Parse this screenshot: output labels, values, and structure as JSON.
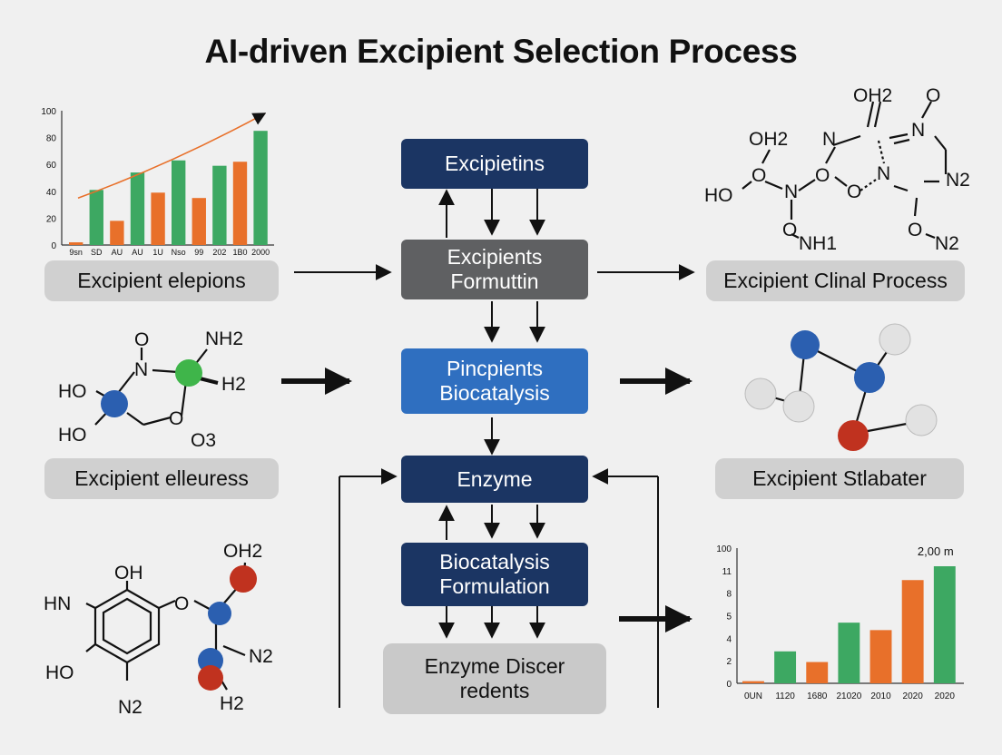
{
  "title": "AI-driven Excipient Selection Process",
  "flow": {
    "top": "Excipietins",
    "formulation": [
      "Excipients",
      "Formuttin"
    ],
    "biocatalysis": [
      "Pincpients",
      "Biocatalysis"
    ],
    "enzyme": "Enzyme",
    "bio_formulation": [
      "Biocatalysis",
      "Formulation"
    ],
    "discer": [
      "Enzyme Discer",
      "redents"
    ]
  },
  "labels": {
    "left1": "Excipient elepions",
    "left2": "Excipient elleuress",
    "right1": "Excipient Clinal Process",
    "right2": "Excipient Stlabater"
  },
  "molecules": {
    "top_right": [
      "OH2",
      "O",
      "OH2",
      "N",
      "N",
      "O",
      "O",
      "N",
      "O",
      "N",
      "HO",
      "N2",
      "O",
      "NH1",
      "O",
      "N2"
    ],
    "mid_left": [
      "O",
      "NH2",
      "N",
      "HO",
      "H2",
      "HO",
      "O",
      "O3"
    ],
    "bottom_left": [
      "OH",
      "OH2",
      "HN",
      "O",
      "HO",
      "N2",
      "N2",
      "H2"
    ]
  },
  "colors": {
    "navy": "#1b3563",
    "gray": "#5f6062",
    "blue": "#2f6fc0",
    "green": "#3da862",
    "orange": "#e8702a"
  },
  "chart_data": [
    {
      "type": "bar",
      "categories": [
        "9sn",
        "SD",
        "AU",
        "AU",
        "1U",
        "Nso",
        "99",
        "202",
        "1B0",
        "2000"
      ],
      "series": [
        {
          "values": [
            2,
            41,
            18,
            54,
            39,
            63,
            35,
            59,
            62,
            85
          ]
        }
      ],
      "bar_colors": [
        "orange",
        "green",
        "orange",
        "green",
        "orange",
        "green",
        "orange",
        "green",
        "orange",
        "green"
      ],
      "ylim": [
        0,
        100
      ],
      "yticks": [
        0,
        20,
        40,
        60,
        80,
        100
      ],
      "trend_arrow": true
    },
    {
      "type": "bar",
      "categories": [
        "0UN",
        "1120",
        "1680",
        "21020",
        "2010",
        "2020",
        "2020"
      ],
      "series": [
        {
          "values": [
            0.2,
            3,
            2,
            5.7,
            5,
            9.7,
            11
          ]
        }
      ],
      "bar_colors": [
        "orange",
        "green",
        "orange",
        "green",
        "orange",
        "orange",
        "green"
      ],
      "yticks": [
        "0",
        "2",
        "4",
        "5",
        "8",
        "11",
        "100"
      ],
      "annotation": "2,00 m"
    }
  ]
}
